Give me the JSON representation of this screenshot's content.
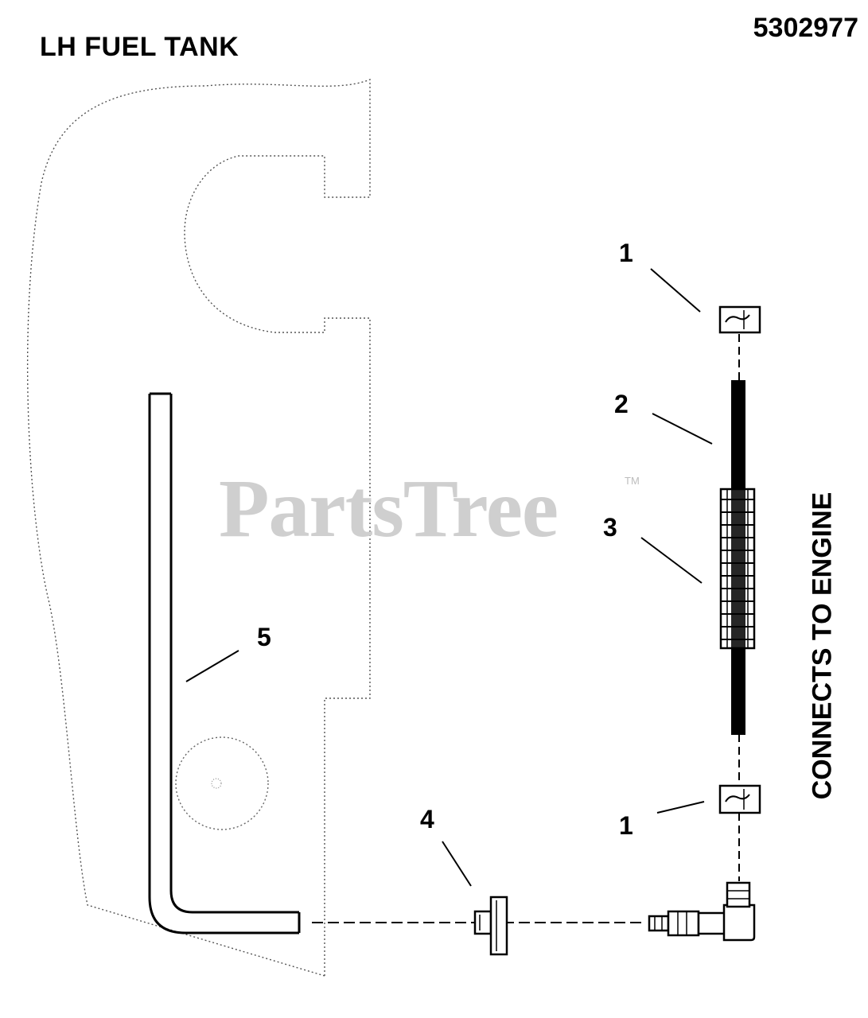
{
  "header": {
    "title": "LH FUEL TANK",
    "part_number": "5302977"
  },
  "watermark": {
    "text": "PartsTree",
    "trademark": "TM"
  },
  "side_label": "CONNECTS TO ENGINE",
  "callouts": [
    {
      "id": "callout-1-top",
      "label": "1"
    },
    {
      "id": "callout-2",
      "label": "2"
    },
    {
      "id": "callout-3",
      "label": "3"
    },
    {
      "id": "callout-5",
      "label": "5"
    },
    {
      "id": "callout-4",
      "label": "4"
    },
    {
      "id": "callout-1-bottom",
      "label": "1"
    }
  ],
  "colors": {
    "line": "#000000",
    "watermark": "#cfcfcf",
    "background": "#ffffff"
  }
}
